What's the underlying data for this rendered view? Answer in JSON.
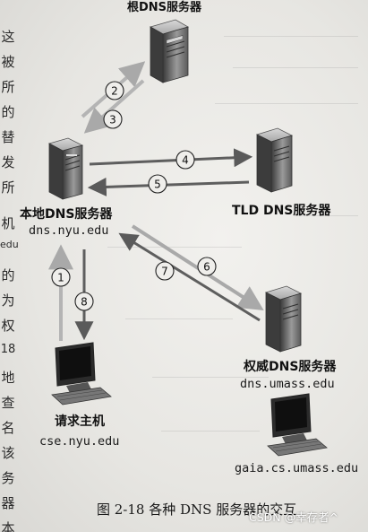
{
  "margin_chars": [
    "这",
    "被",
    "所",
    "的",
    "替",
    "发",
    "所",
    "机",
    "edu",
    "的",
    "为",
    "权",
    "18",
    "地",
    "查",
    "名",
    "该",
    "务",
    "器",
    "本"
  ],
  "nodes": {
    "root": {
      "label": "根DNS服务器"
    },
    "local": {
      "label": "本地DNS服务器",
      "host": "dns.nyu.edu"
    },
    "tld": {
      "label": "TLD DNS服务器"
    },
    "auth": {
      "label": "权威DNS服务器",
      "host": "dns.umass.edu"
    },
    "requester": {
      "label": "请求主机",
      "host": "cse.nyu.edu"
    },
    "target": {
      "host": "gaia.cs.umass.edu"
    }
  },
  "steps": [
    "1",
    "2",
    "3",
    "4",
    "5",
    "6",
    "7",
    "8"
  ],
  "caption": "图 2-18   各种 DNS 服务器的交互",
  "watermark": "CSDN @幸存者^"
}
